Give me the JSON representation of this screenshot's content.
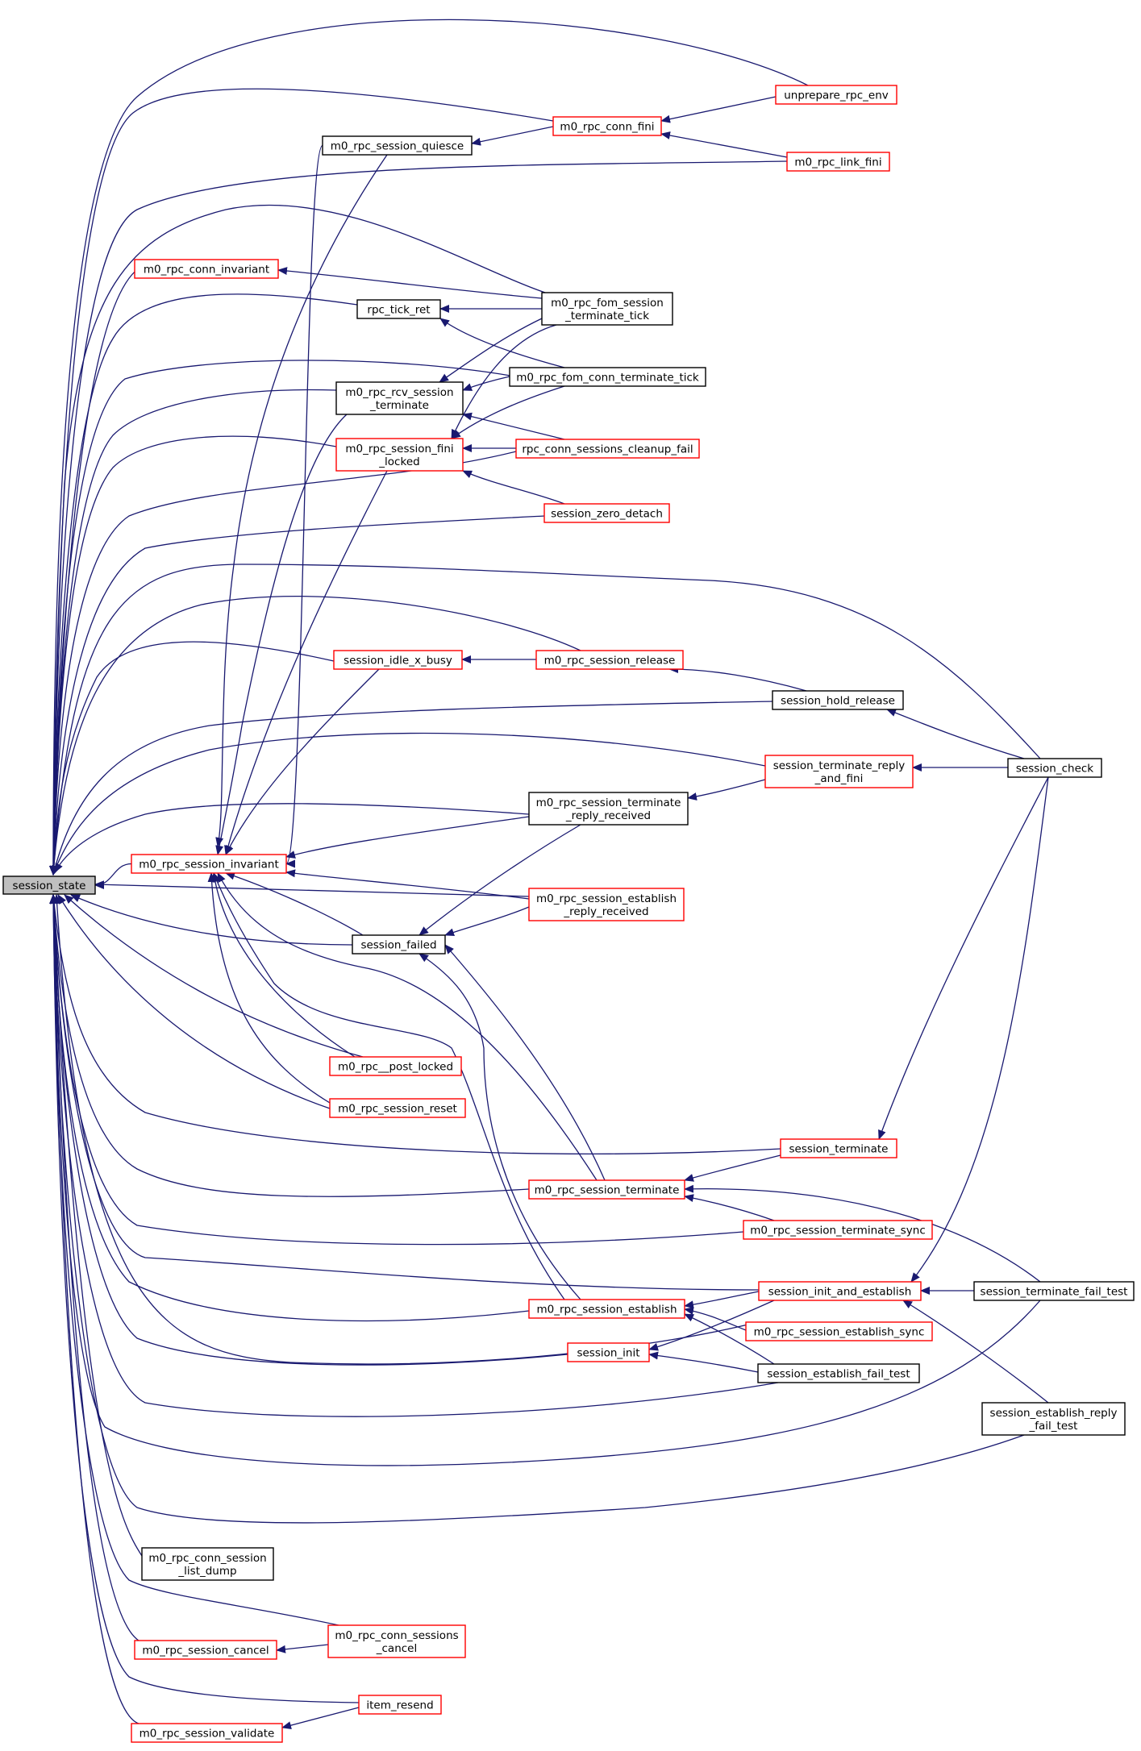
{
  "graph": {
    "title": "session_state caller graph",
    "colors": {
      "edge": "#191970",
      "normal_border": "#000000",
      "truncated_border": "#ff0000",
      "focus_fill": "#bfbfbf"
    },
    "nodes": [
      {
        "id": "session_state",
        "lines": [
          "session_state"
        ],
        "style": "focus"
      },
      {
        "id": "unprepare_rpc_env",
        "lines": [
          "unprepare_rpc_env"
        ],
        "style": "red"
      },
      {
        "id": "m0_rpc_conn_fini",
        "lines": [
          "m0_rpc_conn_fini"
        ],
        "style": "red"
      },
      {
        "id": "m0_rpc_session_quiesce",
        "lines": [
          "m0_rpc_session_quiesce"
        ],
        "style": "black"
      },
      {
        "id": "m0_rpc_link_fini",
        "lines": [
          "m0_rpc_link_fini"
        ],
        "style": "red"
      },
      {
        "id": "m0_rpc_conn_invariant",
        "lines": [
          "m0_rpc_conn_invariant"
        ],
        "style": "red"
      },
      {
        "id": "rpc_tick_ret",
        "lines": [
          "rpc_tick_ret"
        ],
        "style": "black"
      },
      {
        "id": "m0_rpc_fom_session_terminate_tick",
        "lines": [
          "m0_rpc_fom_session",
          "_terminate_tick"
        ],
        "style": "black"
      },
      {
        "id": "m0_rpc_fom_conn_terminate_tick",
        "lines": [
          "m0_rpc_fom_conn_terminate_tick"
        ],
        "style": "black"
      },
      {
        "id": "m0_rpc_rcv_session_terminate",
        "lines": [
          "m0_rpc_rcv_session",
          "_terminate"
        ],
        "style": "black"
      },
      {
        "id": "m0_rpc_session_fini_locked",
        "lines": [
          "m0_rpc_session_fini",
          "_locked"
        ],
        "style": "red"
      },
      {
        "id": "rpc_conn_sessions_cleanup_fail",
        "lines": [
          "rpc_conn_sessions_cleanup_fail"
        ],
        "style": "red"
      },
      {
        "id": "session_zero_detach",
        "lines": [
          "session_zero_detach"
        ],
        "style": "red"
      },
      {
        "id": "session_idle_x_busy",
        "lines": [
          "session_idle_x_busy"
        ],
        "style": "red"
      },
      {
        "id": "m0_rpc_session_release",
        "lines": [
          "m0_rpc_session_release"
        ],
        "style": "red"
      },
      {
        "id": "session_hold_release",
        "lines": [
          "session_hold_release"
        ],
        "style": "black"
      },
      {
        "id": "session_terminate_reply_and_fini",
        "lines": [
          "session_terminate_reply",
          "_and_fini"
        ],
        "style": "red"
      },
      {
        "id": "session_check",
        "lines": [
          "session_check"
        ],
        "style": "black"
      },
      {
        "id": "m0_rpc_session_terminate_reply_received",
        "lines": [
          "m0_rpc_session_terminate",
          "_reply_received"
        ],
        "style": "black"
      },
      {
        "id": "m0_rpc_session_invariant",
        "lines": [
          "m0_rpc_session_invariant"
        ],
        "style": "red"
      },
      {
        "id": "m0_rpc_session_establish_reply_received",
        "lines": [
          "m0_rpc_session_establish",
          "_reply_received"
        ],
        "style": "red"
      },
      {
        "id": "session_failed",
        "lines": [
          "session_failed"
        ],
        "style": "black"
      },
      {
        "id": "m0_rpc__post_locked",
        "lines": [
          "m0_rpc__post_locked"
        ],
        "style": "red"
      },
      {
        "id": "m0_rpc_session_reset",
        "lines": [
          "m0_rpc_session_reset"
        ],
        "style": "red"
      },
      {
        "id": "session_terminate",
        "lines": [
          "session_terminate"
        ],
        "style": "red"
      },
      {
        "id": "m0_rpc_session_terminate",
        "lines": [
          "m0_rpc_session_terminate"
        ],
        "style": "red"
      },
      {
        "id": "m0_rpc_session_terminate_sync",
        "lines": [
          "m0_rpc_session_terminate_sync"
        ],
        "style": "red"
      },
      {
        "id": "session_init_and_establish",
        "lines": [
          "session_init_and_establish"
        ],
        "style": "red"
      },
      {
        "id": "session_terminate_fail_test",
        "lines": [
          "session_terminate_fail_test"
        ],
        "style": "black"
      },
      {
        "id": "m0_rpc_session_establish",
        "lines": [
          "m0_rpc_session_establish"
        ],
        "style": "red"
      },
      {
        "id": "m0_rpc_session_establish_sync",
        "lines": [
          "m0_rpc_session_establish_sync"
        ],
        "style": "red"
      },
      {
        "id": "session_init",
        "lines": [
          "session_init"
        ],
        "style": "red"
      },
      {
        "id": "session_establish_fail_test",
        "lines": [
          "session_establish_fail_test"
        ],
        "style": "black"
      },
      {
        "id": "session_establish_reply_fail_test",
        "lines": [
          "session_establish_reply",
          "_fail_test"
        ],
        "style": "black"
      },
      {
        "id": "m0_rpc_conn_session_list_dump",
        "lines": [
          "m0_rpc_conn_session",
          "_list_dump"
        ],
        "style": "black"
      },
      {
        "id": "m0_rpc_conn_sessions_cancel",
        "lines": [
          "m0_rpc_conn_sessions",
          "_cancel"
        ],
        "style": "red"
      },
      {
        "id": "m0_rpc_session_cancel",
        "lines": [
          "m0_rpc_session_cancel"
        ],
        "style": "red"
      },
      {
        "id": "item_resend",
        "lines": [
          "item_resend"
        ],
        "style": "red"
      },
      {
        "id": "m0_rpc_session_validate",
        "lines": [
          "m0_rpc_session_validate"
        ],
        "style": "red"
      }
    ],
    "edges": [
      [
        "unprepare_rpc_env",
        "session_state"
      ],
      [
        "m0_rpc_conn_fini",
        "session_state"
      ],
      [
        "m0_rpc_session_quiesce",
        "session_state"
      ],
      [
        "m0_rpc_link_fini",
        "session_state"
      ],
      [
        "m0_rpc_conn_invariant",
        "session_state"
      ],
      [
        "rpc_tick_ret",
        "session_state"
      ],
      [
        "m0_rpc_fom_session_terminate_tick",
        "session_state"
      ],
      [
        "m0_rpc_fom_conn_terminate_tick",
        "session_state"
      ],
      [
        "m0_rpc_rcv_session_terminate",
        "session_state"
      ],
      [
        "m0_rpc_session_fini_locked",
        "session_state"
      ],
      [
        "rpc_conn_sessions_cleanup_fail",
        "session_state"
      ],
      [
        "session_zero_detach",
        "session_state"
      ],
      [
        "session_check",
        "session_state"
      ],
      [
        "m0_rpc_session_release",
        "session_state"
      ],
      [
        "session_idle_x_busy",
        "session_state"
      ],
      [
        "session_hold_release",
        "session_state"
      ],
      [
        "session_terminate_reply_and_fini",
        "session_state"
      ],
      [
        "m0_rpc_session_terminate_reply_received",
        "session_state"
      ],
      [
        "m0_rpc_session_invariant",
        "session_state"
      ],
      [
        "m0_rpc_session_establish_reply_received",
        "session_state"
      ],
      [
        "session_failed",
        "session_state"
      ],
      [
        "m0_rpc__post_locked",
        "session_state"
      ],
      [
        "m0_rpc_session_reset",
        "session_state"
      ],
      [
        "session_terminate",
        "session_state"
      ],
      [
        "m0_rpc_session_terminate",
        "session_state"
      ],
      [
        "m0_rpc_session_terminate_sync",
        "session_state"
      ],
      [
        "session_init_and_establish",
        "session_state"
      ],
      [
        "m0_rpc_session_establish",
        "session_state"
      ],
      [
        "m0_rpc_session_establish_sync",
        "session_state"
      ],
      [
        "session_init",
        "session_state"
      ],
      [
        "session_establish_fail_test",
        "session_state"
      ],
      [
        "session_terminate_fail_test",
        "session_state"
      ],
      [
        "session_establish_reply_fail_test",
        "session_state"
      ],
      [
        "m0_rpc_conn_session_list_dump",
        "session_state"
      ],
      [
        "m0_rpc_conn_sessions_cancel",
        "session_state"
      ],
      [
        "m0_rpc_session_cancel",
        "session_state"
      ],
      [
        "item_resend",
        "session_state"
      ],
      [
        "m0_rpc_session_validate",
        "session_state"
      ],
      [
        "m0_rpc_conn_fini",
        "m0_rpc_session_quiesce"
      ],
      [
        "unprepare_rpc_env",
        "m0_rpc_conn_fini"
      ],
      [
        "m0_rpc_link_fini",
        "m0_rpc_conn_fini"
      ],
      [
        "m0_rpc_fom_session_terminate_tick",
        "m0_rpc_conn_invariant"
      ],
      [
        "m0_rpc_fom_session_terminate_tick",
        "rpc_tick_ret"
      ],
      [
        "m0_rpc_fom_conn_terminate_tick",
        "rpc_tick_ret"
      ],
      [
        "m0_rpc_fom_session_terminate_tick",
        "m0_rpc_rcv_session_terminate"
      ],
      [
        "m0_rpc_fom_conn_terminate_tick",
        "m0_rpc_rcv_session_terminate"
      ],
      [
        "rpc_conn_sessions_cleanup_fail",
        "m0_rpc_rcv_session_terminate"
      ],
      [
        "m0_rpc_fom_session_terminate_tick",
        "m0_rpc_session_fini_locked"
      ],
      [
        "m0_rpc_fom_conn_terminate_tick",
        "m0_rpc_session_fini_locked"
      ],
      [
        "rpc_conn_sessions_cleanup_fail",
        "m0_rpc_session_fini_locked"
      ],
      [
        "session_zero_detach",
        "m0_rpc_session_fini_locked"
      ],
      [
        "m0_rpc_session_release",
        "session_idle_x_busy"
      ],
      [
        "session_hold_release",
        "m0_rpc_session_release"
      ],
      [
        "session_check",
        "session_hold_release"
      ],
      [
        "session_check",
        "session_terminate_reply_and_fini"
      ],
      [
        "session_terminate_reply_and_fini",
        "m0_rpc_session_terminate_reply_received"
      ],
      [
        "m0_rpc_session_quiesce",
        "m0_rpc_session_invariant"
      ],
      [
        "m0_rpc_rcv_session_terminate",
        "m0_rpc_session_invariant"
      ],
      [
        "m0_rpc_session_fini_locked",
        "m0_rpc_session_invariant"
      ],
      [
        "session_idle_x_busy",
        "m0_rpc_session_invariant"
      ],
      [
        "m0_rpc_session_terminate_reply_received",
        "m0_rpc_session_invariant"
      ],
      [
        "m0_rpc_session_establish_reply_received",
        "m0_rpc_session_invariant"
      ],
      [
        "session_failed",
        "m0_rpc_session_invariant"
      ],
      [
        "m0_rpc__post_locked",
        "m0_rpc_session_invariant"
      ],
      [
        "m0_rpc_session_reset",
        "m0_rpc_session_invariant"
      ],
      [
        "m0_rpc_session_terminate",
        "m0_rpc_session_invariant"
      ],
      [
        "m0_rpc_session_establish",
        "m0_rpc_session_invariant"
      ],
      [
        "m0_rpc_session_terminate_reply_received",
        "session_failed"
      ],
      [
        "m0_rpc_session_establish_reply_received",
        "session_failed"
      ],
      [
        "m0_rpc_session_terminate",
        "session_failed"
      ],
      [
        "m0_rpc_session_establish",
        "session_failed"
      ],
      [
        "session_check",
        "session_terminate"
      ],
      [
        "session_terminate",
        "m0_rpc_session_terminate"
      ],
      [
        "m0_rpc_session_terminate_sync",
        "m0_rpc_session_terminate"
      ],
      [
        "session_terminate_fail_test",
        "m0_rpc_session_terminate"
      ],
      [
        "session_check",
        "session_init_and_establish"
      ],
      [
        "session_terminate_fail_test",
        "session_init_and_establish"
      ],
      [
        "session_establish_reply_fail_test",
        "session_init_and_establish"
      ],
      [
        "session_init_and_establish",
        "m0_rpc_session_establish"
      ],
      [
        "m0_rpc_session_establish_sync",
        "m0_rpc_session_establish"
      ],
      [
        "session_establish_fail_test",
        "m0_rpc_session_establish"
      ],
      [
        "session_init_and_establish",
        "session_init"
      ],
      [
        "session_establish_fail_test",
        "session_init"
      ],
      [
        "m0_rpc_conn_sessions_cancel",
        "m0_rpc_session_cancel"
      ],
      [
        "item_resend",
        "m0_rpc_session_validate"
      ]
    ]
  }
}
